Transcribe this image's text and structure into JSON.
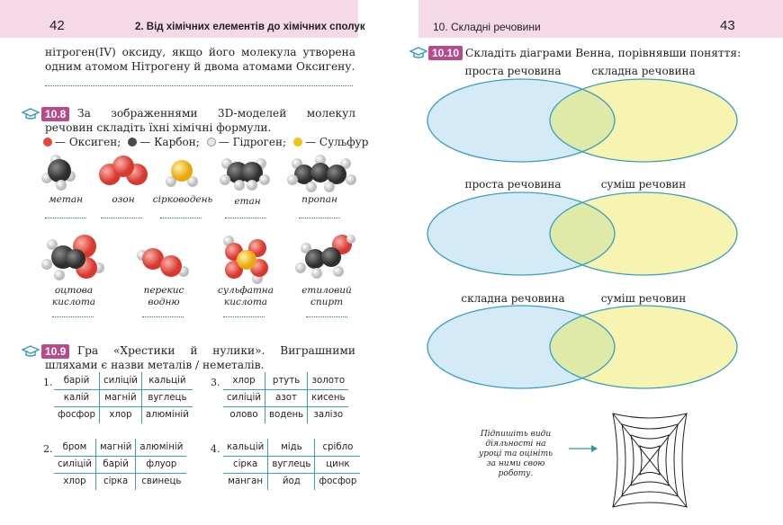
{
  "left_page": {
    "page_number": "42",
    "running_head": "2. Від хімічних елементів до хімічних сполук",
    "intro_text": "нітроген(IV) оксиду, якщо його молекула утворена одним атомом Нітрогену й двома атомами Оксигену.",
    "ex108": {
      "badge": "10.8",
      "text": "За зображеннями 3D-моделей молекул речовин складіть їхні хімічні формули.",
      "legend": [
        {
          "label": "— Оксиген;",
          "color": "#e8453c"
        },
        {
          "label": "— Карбон;",
          "color": "#4a4a4a"
        },
        {
          "label": "— Гідроген;",
          "color": "#e6e6e6"
        },
        {
          "label": "— Сульфур",
          "color": "#f3c316"
        }
      ],
      "molecules_row1": [
        "метан",
        "озон",
        "сірководень",
        "етан",
        "пропан"
      ],
      "molecules_row2": [
        "оцтова кислота",
        "перекис водню",
        "сульфатна кислота",
        "етиловий спирт"
      ]
    },
    "ex109": {
      "badge": "10.9",
      "text": "Гра «Хрестики й нулики». Виграшними шляхами є назви металів / неметалів.",
      "grids": [
        {
          "number": "1.",
          "rows": [
            [
              "барій",
              "силіцій",
              "кальцій"
            ],
            [
              "калій",
              "магній",
              "вуглець"
            ],
            [
              "фосфор",
              "хлор",
              "алюміній"
            ]
          ]
        },
        {
          "number": "3.",
          "rows": [
            [
              "хлор",
              "ртуть",
              "золото"
            ],
            [
              "силіцій",
              "азот",
              "кисень"
            ],
            [
              "олово",
              "водень",
              "залізо"
            ]
          ]
        },
        {
          "number": "2.",
          "rows": [
            [
              "бром",
              "магній",
              "алюміній"
            ],
            [
              "силіцій",
              "барій",
              "флуор"
            ],
            [
              "хлор",
              "сірка",
              "свинець"
            ]
          ]
        },
        {
          "number": "4.",
          "rows": [
            [
              "кальцій",
              "мідь",
              "срібло"
            ],
            [
              "сірка",
              "вуглець",
              "цинк"
            ],
            [
              "манган",
              "йод",
              "фосфор"
            ]
          ]
        }
      ]
    }
  },
  "right_page": {
    "page_number": "43",
    "running_head": "10. Складні речовини",
    "ex1010": {
      "badge": "10.10",
      "text": "Складіть діаграми Венна, порівнявши поняття:",
      "diagrams": [
        {
          "left": "проста речовина",
          "right": "складна речовина"
        },
        {
          "left": "проста речовина",
          "right": "суміш речовин"
        },
        {
          "left": "складна речовина",
          "right": "суміш речовин"
        }
      ]
    },
    "reflection_text": "Підпишіть види діяльності на уроці та оцініть за ними свою роботу.",
    "colors": {
      "left_ellipse": "#d4eaf7",
      "right_ellipse": "#f7f3b0",
      "overlap": "#dfeaa8",
      "outline": "#3a9fbf"
    }
  }
}
